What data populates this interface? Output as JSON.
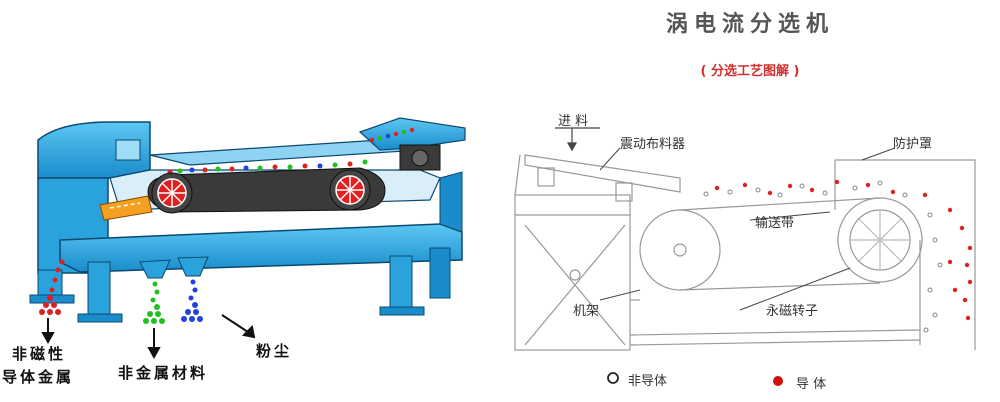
{
  "title": "涡电流分选机",
  "subtitle": "( 分选工艺图解 )",
  "left_labels": {
    "non_magnetic_line1": "非磁性",
    "non_magnetic_line2": "导体金属",
    "non_metal": "非金属材料",
    "dust": "粉尘"
  },
  "right_labels": {
    "feed": "进 料",
    "vibrating_feeder": "震动布料器",
    "cover": "防护罩",
    "conveyor": "输送带",
    "frame": "机架",
    "rotor": "永磁转子"
  },
  "legend": {
    "non_conductor": "非导体",
    "conductor": "导 体"
  },
  "colors": {
    "machine_blue": "#29a8e0",
    "conductor_red": "#e02020",
    "non_metal_green": "#20c020",
    "dust_blue": "#2040e0",
    "title_gray": "#555555",
    "subtitle_red": "#d23030"
  }
}
